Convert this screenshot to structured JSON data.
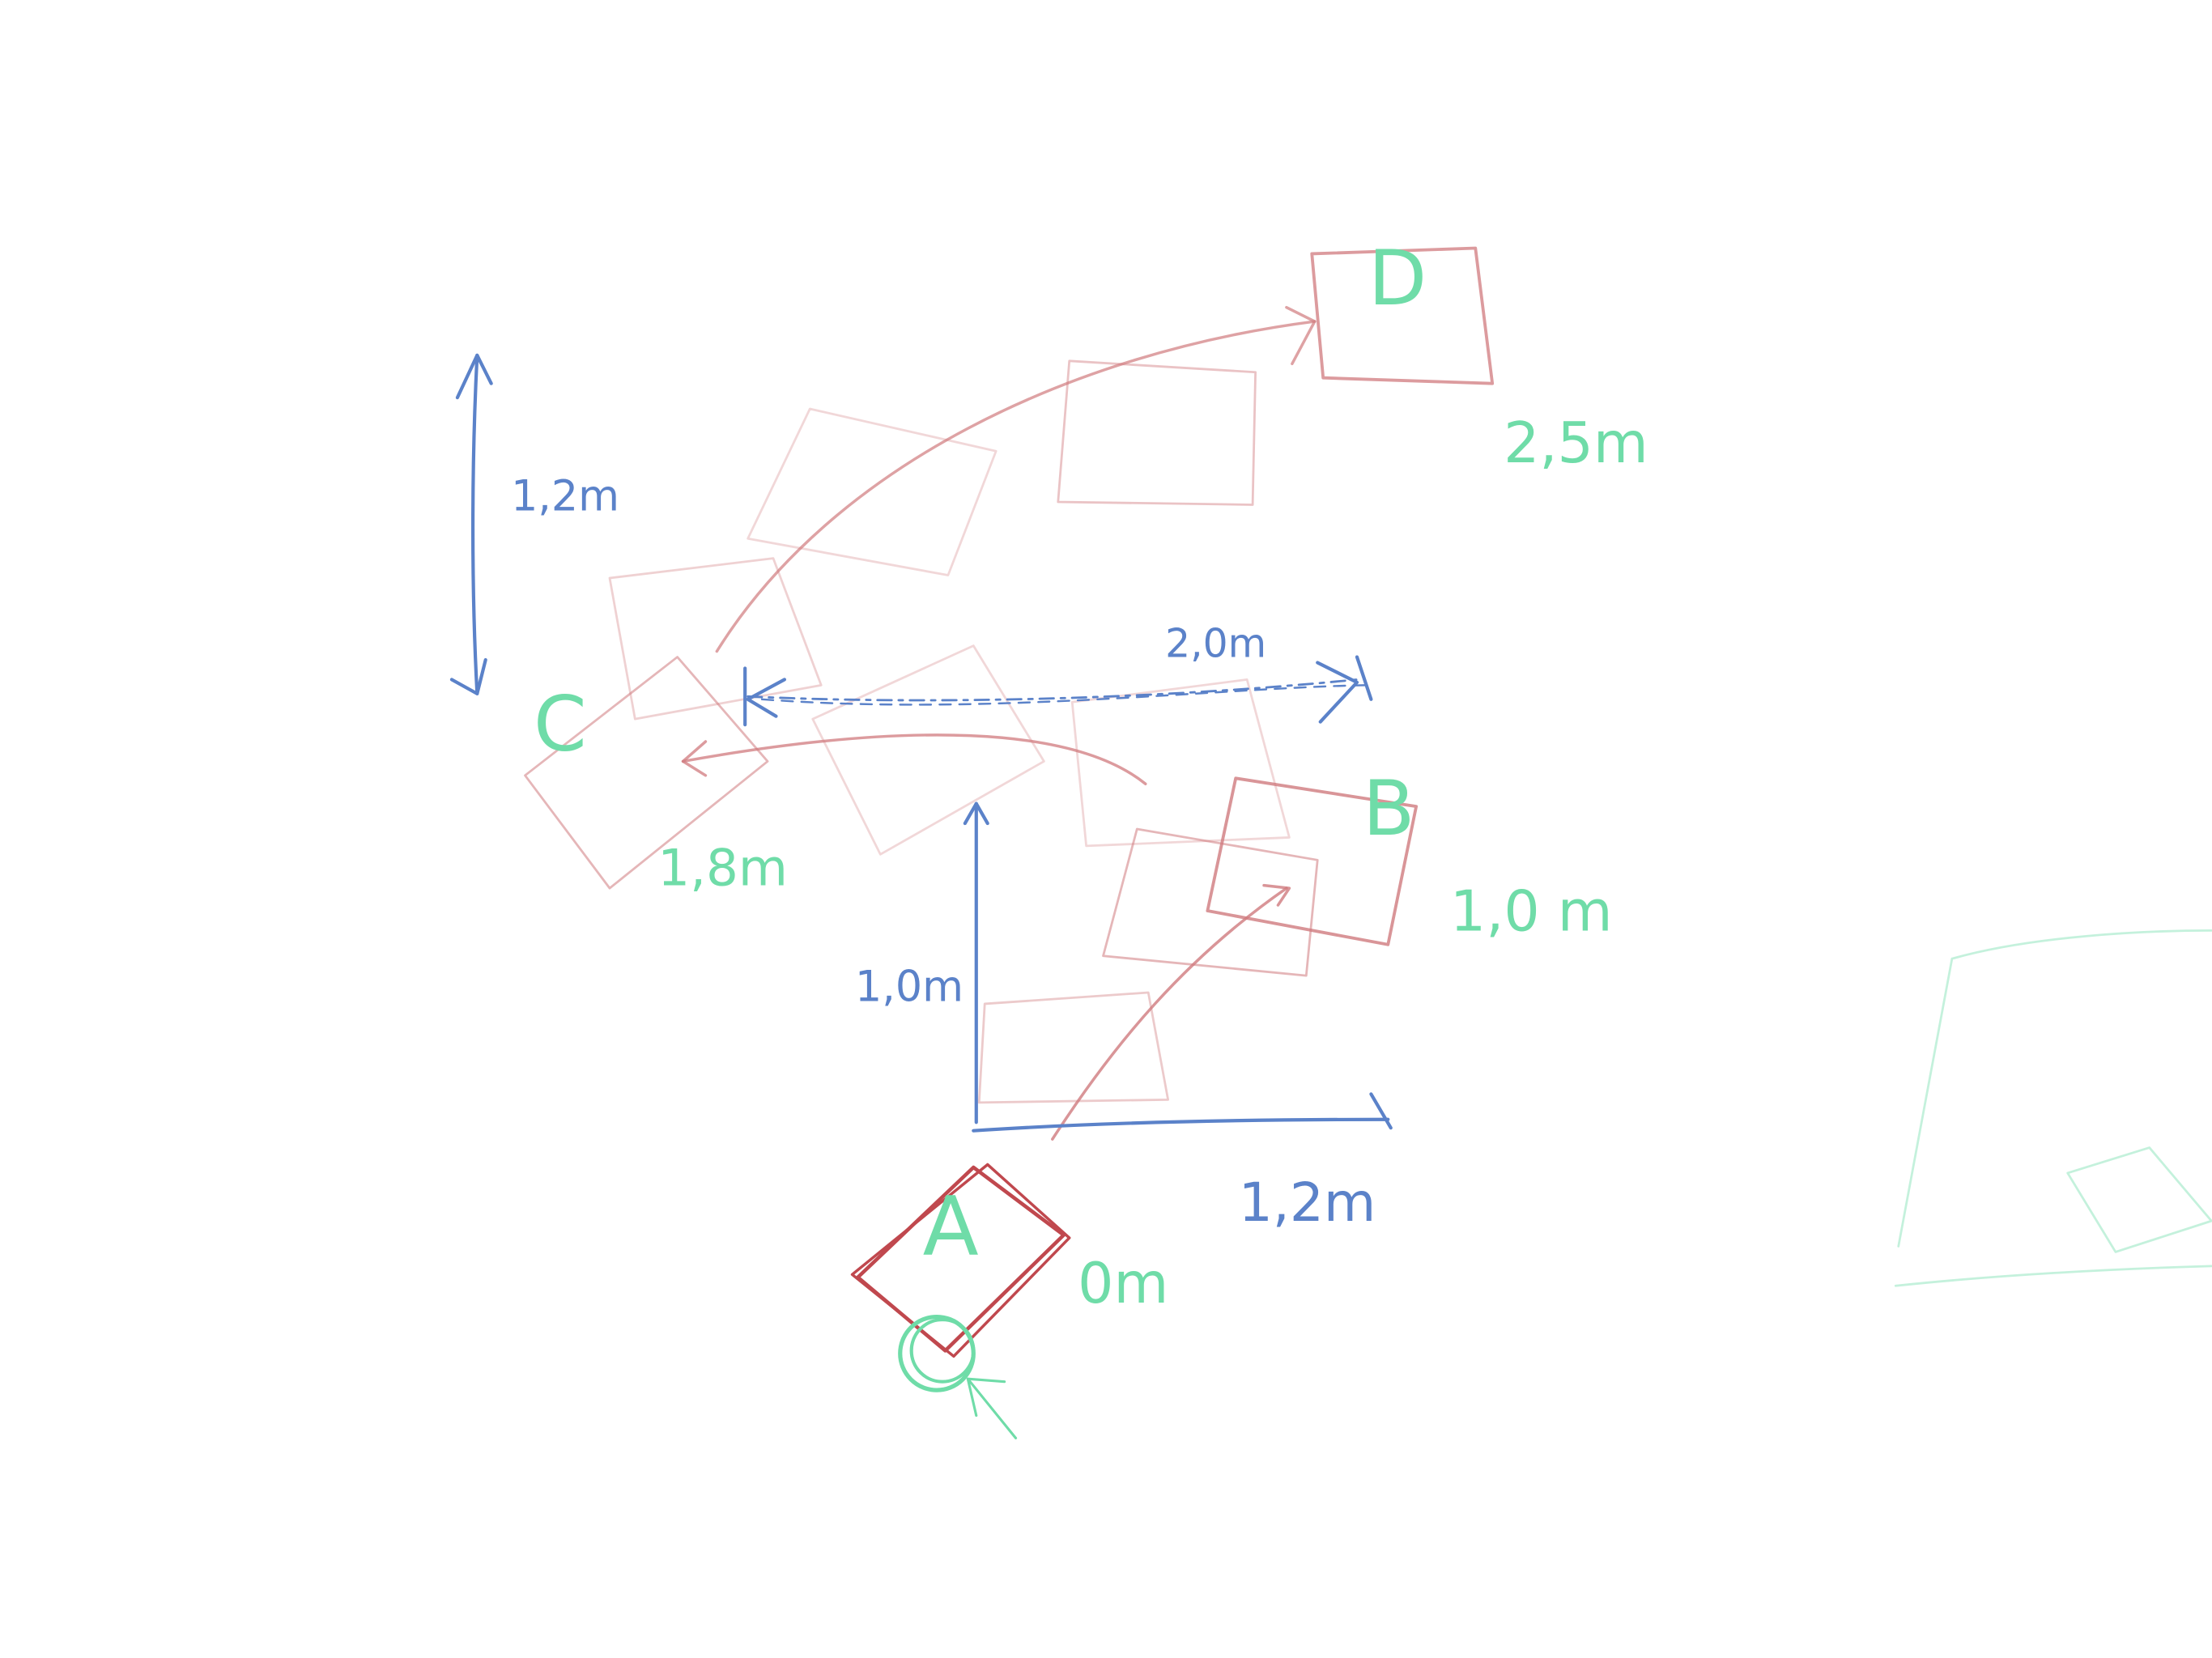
{
  "colors": {
    "red": "#d07a7e",
    "red_strong": "#c0484e",
    "blue": "#5b82c9",
    "green": "#6fdca8",
    "green_faint": "#c4f1dc"
  },
  "points": {
    "A": {
      "label": "A",
      "distance": "0m"
    },
    "B": {
      "label": "B",
      "distance": "1,0 m"
    },
    "C": {
      "label": "C",
      "distance": "1,8m"
    },
    "D": {
      "label": "D",
      "distance": "2,5m"
    }
  },
  "dimensions": {
    "vertical_left": "1,2m",
    "horizontal_top": "2,0m",
    "vertical_mid": "1,0m",
    "horizontal_bottom": "1,2m"
  }
}
